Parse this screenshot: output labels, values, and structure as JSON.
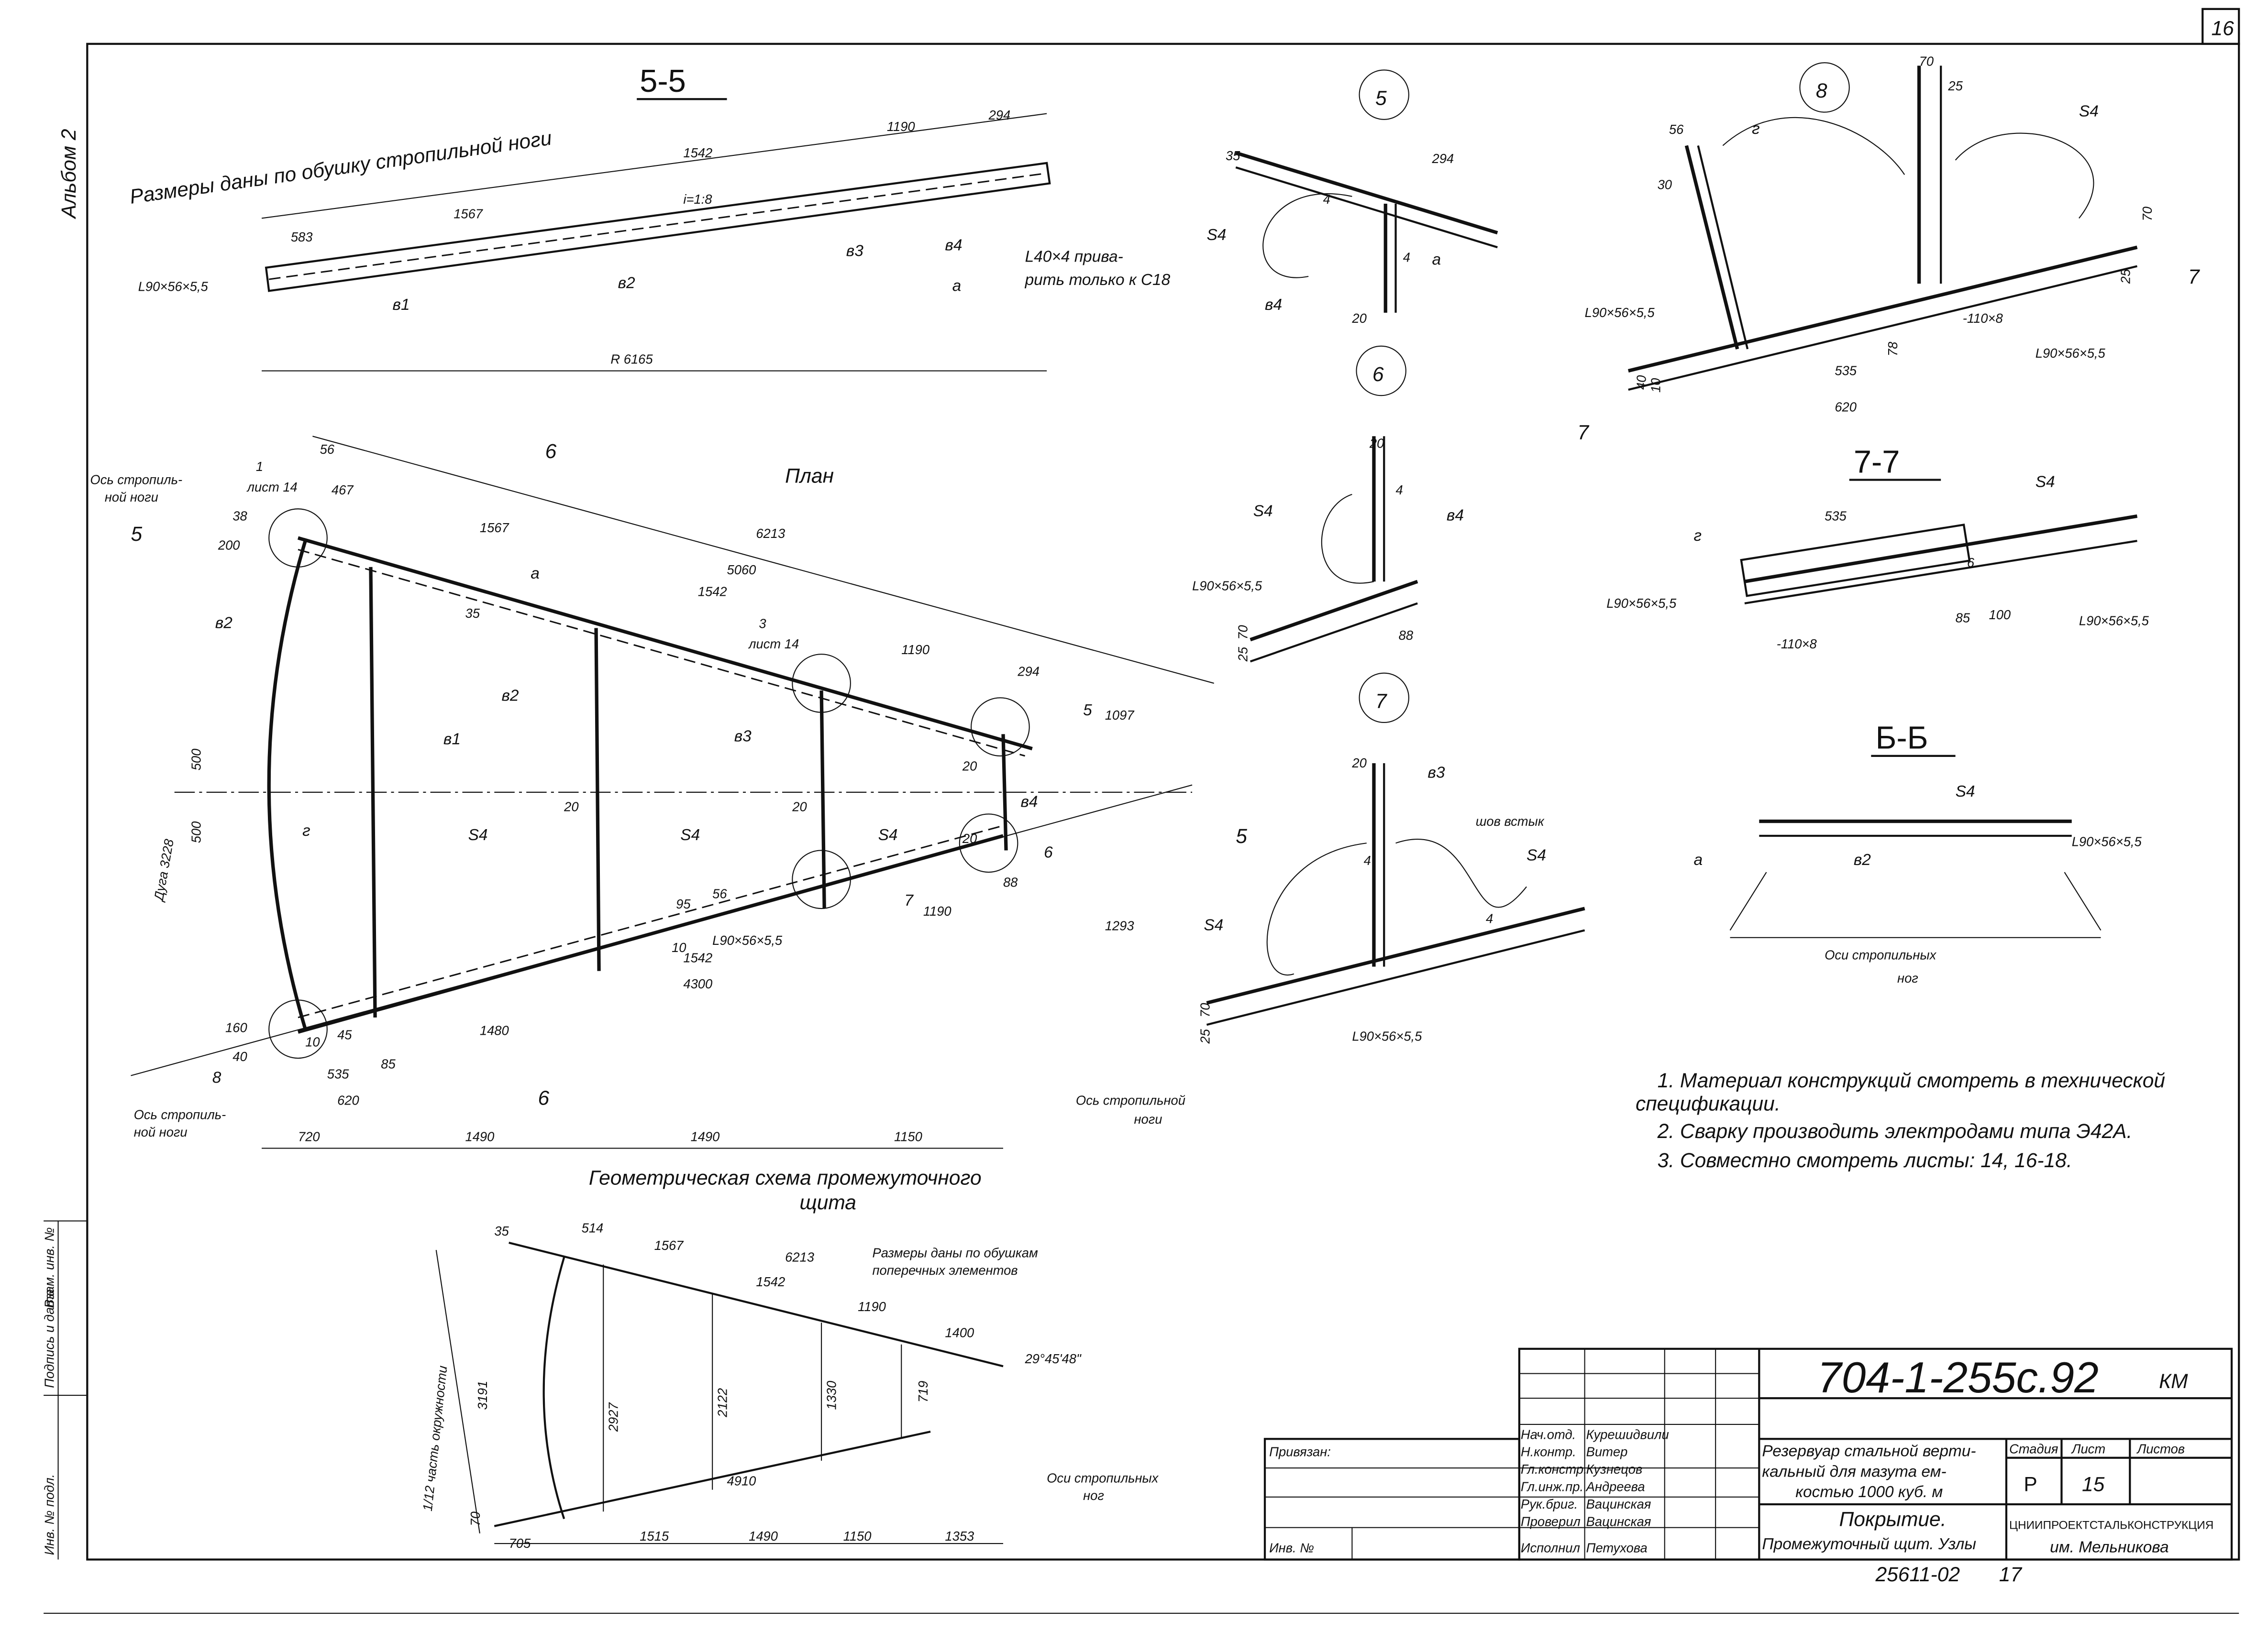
{
  "sheet": {
    "corner_number": "16",
    "album": "Альбом 2",
    "side_labels": [
      "Инв. № подл.",
      "Подпись и дата",
      "Взам. инв. №"
    ]
  },
  "s55": {
    "title": "5-5",
    "note": "Размеры даны по обушку стропильной ноги",
    "dims": [
      "583",
      "1567",
      "1542",
      "1190",
      "294",
      "R 6165",
      "i=1:8"
    ],
    "angle": "L90×56×5,5",
    "b1": "в1",
    "b2": "в2",
    "b3": "в3",
    "b4": "в4",
    "a": "а",
    "weld_note1": "L40×4 прива-",
    "weld_note2": "рить только к С18"
  },
  "plan": {
    "title": "План",
    "dims_top": [
      "56",
      "467",
      "1567",
      "6213",
      "5060",
      "1542",
      "1190",
      "294",
      "1097"
    ],
    "dims_bottom": [
      "1190",
      "1542",
      "4300",
      "1480",
      "1293",
      "535",
      "620",
      "720",
      "1490",
      "1490",
      "1150"
    ],
    "small": [
      "38",
      "200",
      "35",
      "500",
      "500",
      "20",
      "20",
      "20",
      "95",
      "56",
      "10",
      "88",
      "160",
      "40",
      "10",
      "45",
      "85",
      "20"
    ],
    "arc": "Дуга 3228",
    "axis1": "Ось стропиль-",
    "axis1b": "ной ноги",
    "axis2": "Ось стропиль-",
    "axis2b": "ной ноги",
    "ref1": "1",
    "ref1b": "лист 14",
    "ref3": "3",
    "ref3b": "лист 14",
    "a": "а",
    "b1": "в1",
    "b2": "в2",
    "b3": "в3",
    "b4": "в4",
    "b2l": "в2",
    "g": "г",
    "s4": [
      "S4",
      "S4",
      "S4"
    ],
    "angle": "L90×56×5,5",
    "nodes": [
      "5",
      "6",
      "7",
      "8"
    ],
    "cut6": "6",
    "cut5": "5"
  },
  "det5": {
    "num": "5",
    "dims": [
      "35",
      "294",
      "20",
      "4",
      "4"
    ],
    "s4": "S4",
    "b4": "в4",
    "a": "а"
  },
  "det6": {
    "num": "6",
    "dims": [
      "20",
      "25",
      "70",
      "88",
      "4"
    ],
    "s4": "S4",
    "b4": "в4",
    "angle": "L90×56×5,5"
  },
  "det7": {
    "num": "7",
    "dims": [
      "20",
      "25",
      "70",
      "4",
      "4"
    ],
    "b3": "в3",
    "seam": "шов встык",
    "s4a": "S4",
    "s4b": "S4",
    "angle": "L90×56×5,5",
    "axis": "Ось стропильной",
    "axisb": "ноги"
  },
  "det8": {
    "num": "8",
    "dims": [
      "70",
      "25",
      "56",
      "30",
      "535",
      "620",
      "40",
      "10",
      "70",
      "25",
      "78"
    ],
    "g": "г",
    "s4": "S4",
    "angle1": "L90×56×5,5",
    "angle2": "L90×56×5,5",
    "plate": "-110×8",
    "cut": "7"
  },
  "s77": {
    "title": "7-7",
    "dims": [
      "535",
      "85",
      "100",
      "6"
    ],
    "g": "г",
    "s4": "S4",
    "angle1": "L90×56×5,5",
    "angle2": "L90×56×5,5",
    "plate": "-110×8"
  },
  "sbb": {
    "title": "Б-Б",
    "s4": "S4",
    "a": "а",
    "b2": "в2",
    "angle": "L90×56×5,5",
    "axis": "Оси стропильных",
    "axisb": "ног"
  },
  "notes": [
    "1. Материал конструкций смотреть в технической",
    "спецификации.",
    "2. Сварку производить электродами типа Э42А.",
    "3. Совместно смотреть листы: 14, 16-18."
  ],
  "geo": {
    "title1": "Геометрическая схема промежуточного",
    "title2": "щита",
    "note1": "Размеры даны по обушкам",
    "note2": "поперечных элементов",
    "dims": [
      "35",
      "514",
      "1567",
      "6213",
      "1542",
      "1190",
      "1400",
      "29°45'48\"",
      "3191",
      "2927",
      "2122",
      "1330",
      "719",
      "4910",
      "705",
      "1515",
      "1490",
      "1150",
      "1353",
      "70"
    ],
    "arc": "1/12 часть окружности",
    "axes": "Оси стропильных",
    "axesb": "ног"
  },
  "titleblock": {
    "code": "704-1-255с.92",
    "mark": "КМ",
    "roles": [
      "Нач.отд.",
      "Н.контр.",
      "Гл.констр.",
      "Гл.инж.пр.",
      "Рук.бриг.",
      "Проверил",
      "Исполнил"
    ],
    "names": [
      "Курешидвили",
      "Витер",
      "Кузнецов",
      "Андреева",
      "Вацинская",
      "Вацинская",
      "Петухова"
    ],
    "desc1": "Резервуар стальной верти-",
    "desc2": "кальный для мазута ем-",
    "desc3": "костью 1000 куб. м",
    "sheet_title1": "Покрытие.",
    "sheet_title2": "Промежуточный щит. Узлы",
    "stage_label": "Стадия",
    "sheet_label": "Лист",
    "sheets_label": "Листов",
    "stage": "Р",
    "sheet": "15",
    "org1": "ЦНИИПРОЕКТСТАЛЬКОНСТРУКЦИЯ",
    "org2": "им. Мельникова",
    "bound": "Привязан:",
    "inv": "Инв. №",
    "stamp": "25611-02",
    "stamp_page": "17"
  }
}
